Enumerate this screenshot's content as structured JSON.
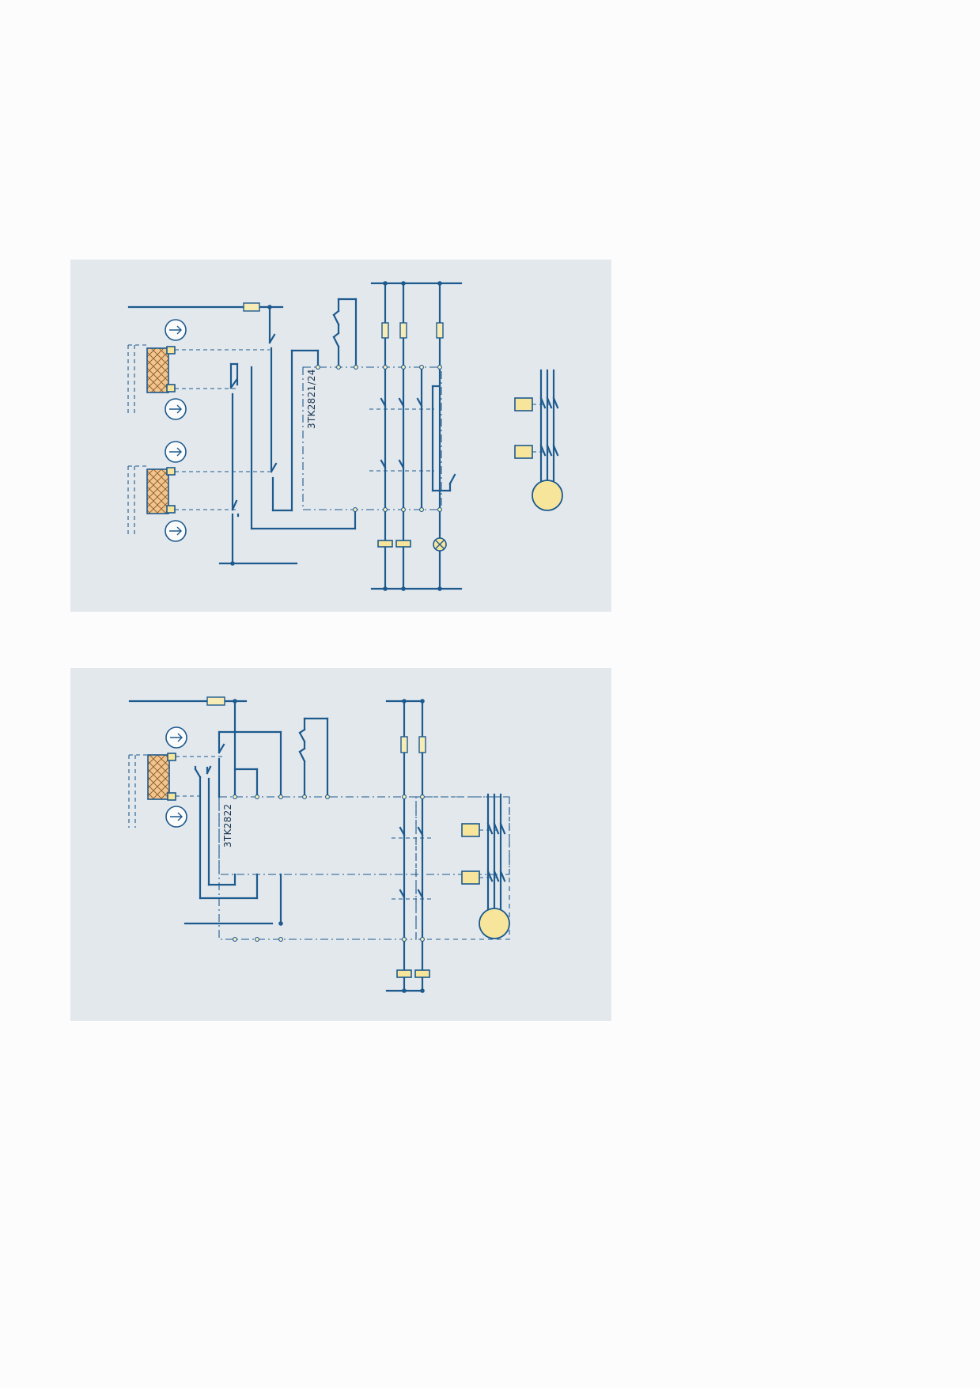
{
  "diagrams": [
    {
      "id": "diagram-1",
      "device_label": "3TK2821/24"
    },
    {
      "id": "diagram-2",
      "device_label": "3TK2822"
    }
  ],
  "colors": {
    "panel_background": "#e3e8ed",
    "wire": "#1d5a8e",
    "component_fill": "#f6e59b",
    "light_curtain_fill": "#f1c58d",
    "page_background": "#fcfcfc"
  },
  "icons": [
    "arrow-right-circle-icon",
    "fuse-icon",
    "contactor-coil-icon",
    "lamp-icon",
    "motor-icon",
    "light-curtain-icon",
    "switch-contact-icon"
  ]
}
